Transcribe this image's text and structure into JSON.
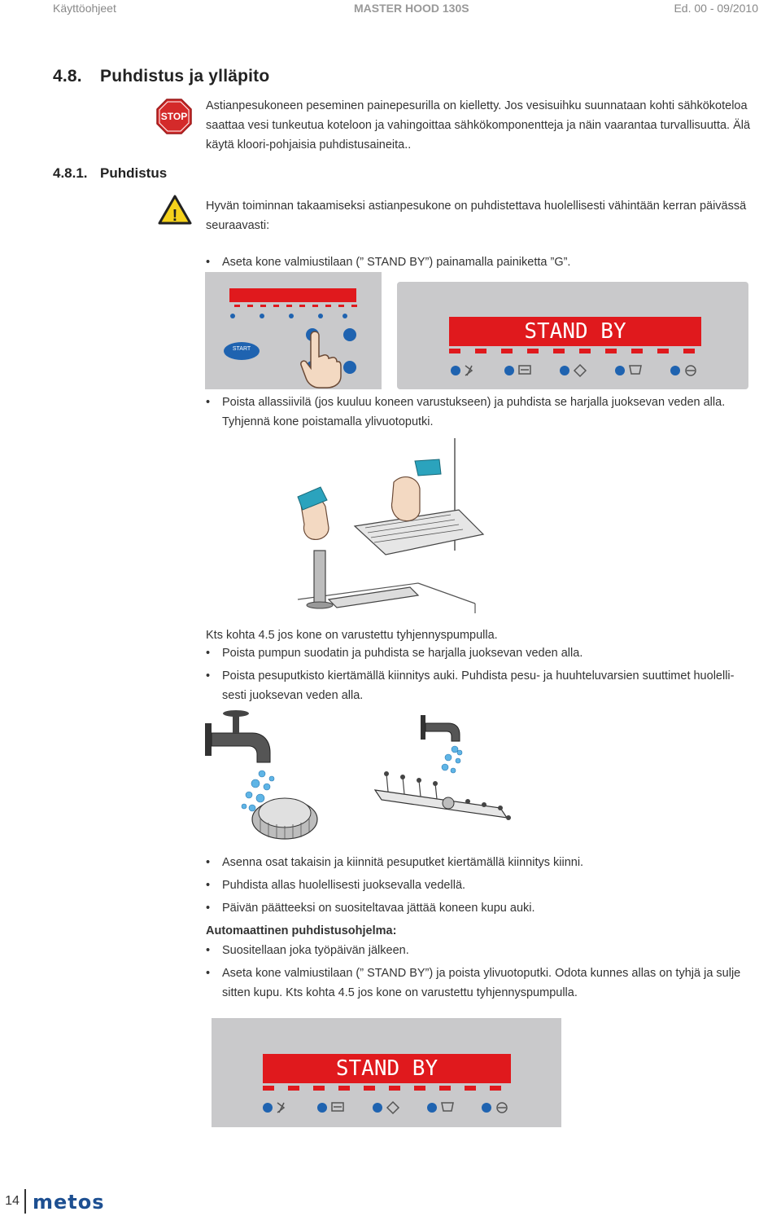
{
  "header": {
    "left": "Käyttöohjeet",
    "center": "MASTER HOOD 130S",
    "right": "Ed. 00 - 09/2010"
  },
  "section": {
    "number": "4.8.",
    "title": "Puhdistus ja ylläpito"
  },
  "subsection": {
    "number": "4.8.1.",
    "title": "Puhdistus"
  },
  "stop_sign_text": "STOP",
  "warning_sign_text": "!",
  "paragraph_stop": [
    "Astianpesukoneen peseminen painepesurilla on kielletty. Jos vesisuihku suunnataan kohti sähkökoteloa",
    "saattaa vesi tunkeutua koteloon ja vahingoittaa sähkökomponentteja ja näin vaarantaa turvallisuutta. Älä",
    "käytä kloori-pohjaisia puhdistusaineita.."
  ],
  "paragraph_warning": [
    "Hyvän toiminnan takaamiseksi astianpesukone on puhdistettava huolellisesti vähintään kerran päivässä",
    "seuraavasti:"
  ],
  "bullet_standby": "Aseta kone valmiustilaan (” STAND BY”) painamalla painiketta ”G”.",
  "panel_small": {
    "start_label": "START"
  },
  "lcd_text": "STAND BY",
  "bullet_filters": [
    "Poista allassiivilä (jos kuuluu koneen varustukseen) ja puhdista se harjalla juoksevan veden alla.",
    "Tyhjennä kone poistamalla ylivuotoputki."
  ],
  "pump_note": "Kts kohta 4.5 jos kone on varustettu tyhjennyspumpulla.",
  "bullet_pump_filter": "Poista pumpun suodatin ja  puhdista se harjalla juoksevan veden alla.",
  "bullet_wash_arms": [
    "Poista pesuputkisto kiertämällä kiinnitys auki. Puhdista pesu- ja huuhteluvarsien suuttimet huolelli-",
    "sesti juoksevan veden alla."
  ],
  "bullets_end": [
    "Asenna osat takaisin ja kiinnitä pesuputket kiertämällä kiinnitys kiinni.",
    "Puhdista allas huolellisesti juoksevalla vedellä.",
    "Päivän päätteeksi on suositeltavaa jättää koneen kupu auki."
  ],
  "auto_heading": "Automaattinen puhdistusohjelma:",
  "auto_bullet_1": "Suositellaan joka työpäivän jälkeen.",
  "auto_bullet_2": [
    "Aseta kone valmiustilaan (” STAND BY”) ja poista ylivuotoputki. Odota kunnes allas on tyhjä ja sulje",
    "sitten kupu. Kts kohta 4.5 jos kone on varustettu tyhjennyspumpulla."
  ],
  "footer": {
    "page_number": "14",
    "brand": "metos"
  },
  "colors": {
    "lcd_red": "#e0191d",
    "panel_grey": "#c9c9cb",
    "led_blue": "#1f63b0",
    "stop_red": "#d42a2a"
  }
}
